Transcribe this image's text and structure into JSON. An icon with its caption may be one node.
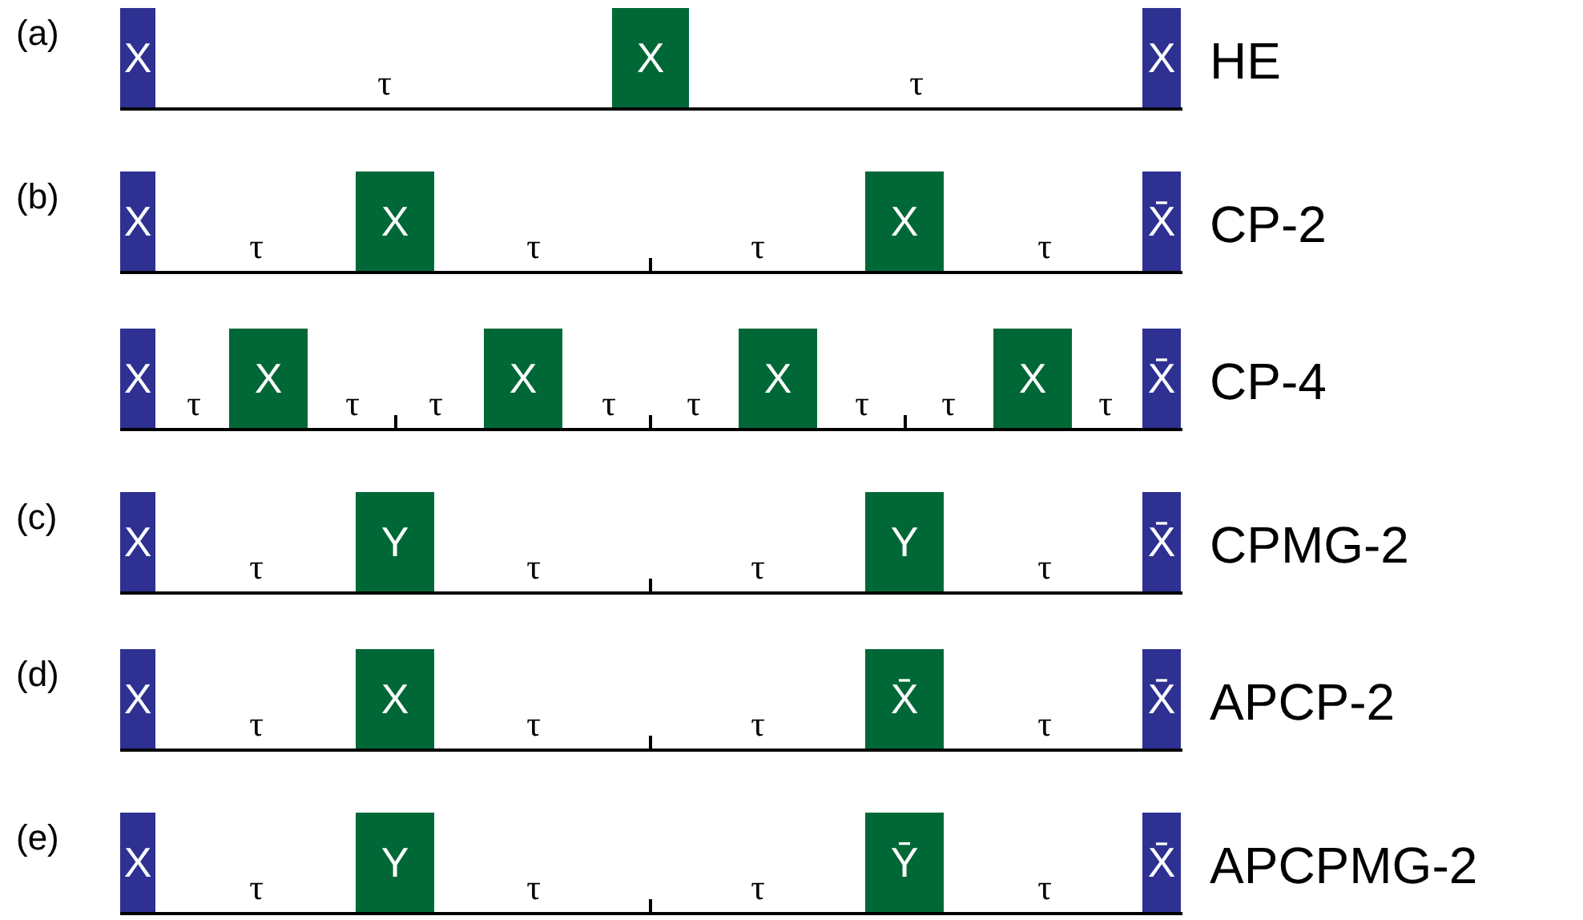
{
  "diagram": {
    "nodes": [
      {
        "text": [
          "X"
        ]
      },
      {
        "text": [
          "X"
        ]
      },
      {
        "text": [
          "X"
        ]
      },
      {
        "text": [
          "X"
        ]
      },
      {
        "text": [
          "X"
        ]
      },
      {
        "text": [
          "X"
        ]
      },
      {
        "text": [
          "X̄"
        ]
      },
      {
        "text": [
          "X"
        ]
      },
      {
        "text": [
          "X"
        ]
      },
      {
        "text": [
          "X"
        ]
      },
      {
        "text": [
          "X"
        ]
      },
      {
        "text": [
          "X"
        ]
      },
      {
        "text": [
          "X̄"
        ]
      },
      {
        "text": [
          "X"
        ]
      },
      {
        "text": [
          "Y"
        ]
      },
      {
        "text": [
          "Y"
        ]
      },
      {
        "text": [
          "X̄"
        ]
      },
      {
        "text": [
          "X"
        ]
      },
      {
        "text": [
          "X"
        ]
      },
      {
        "text": [
          "X̄"
        ]
      },
      {
        "text": [
          "X̄"
        ]
      },
      {
        "text": [
          "X"
        ]
      },
      {
        "text": [
          "Y"
        ]
      },
      {
        "text": [
          "Ȳ"
        ]
      },
      {
        "text": [
          "X̄"
        ]
      }
    ],
    "labels": [
      "(a)",
      "τ",
      "τ",
      "HE",
      "(b)",
      "τ",
      "τ",
      "τ",
      "τ",
      "CP-2",
      "τ",
      "τ",
      "τ",
      "τ",
      "τ",
      "τ",
      "τ",
      "τ",
      "CP-4",
      "(c)",
      "τ",
      "τ",
      "τ",
      "τ",
      "CPMG-2",
      "(d)",
      "τ",
      "τ",
      "τ",
      "τ",
      "APCP-2",
      "(e)",
      "τ",
      "τ",
      "τ",
      "τ",
      "APCPMG-2"
    ]
  }
}
